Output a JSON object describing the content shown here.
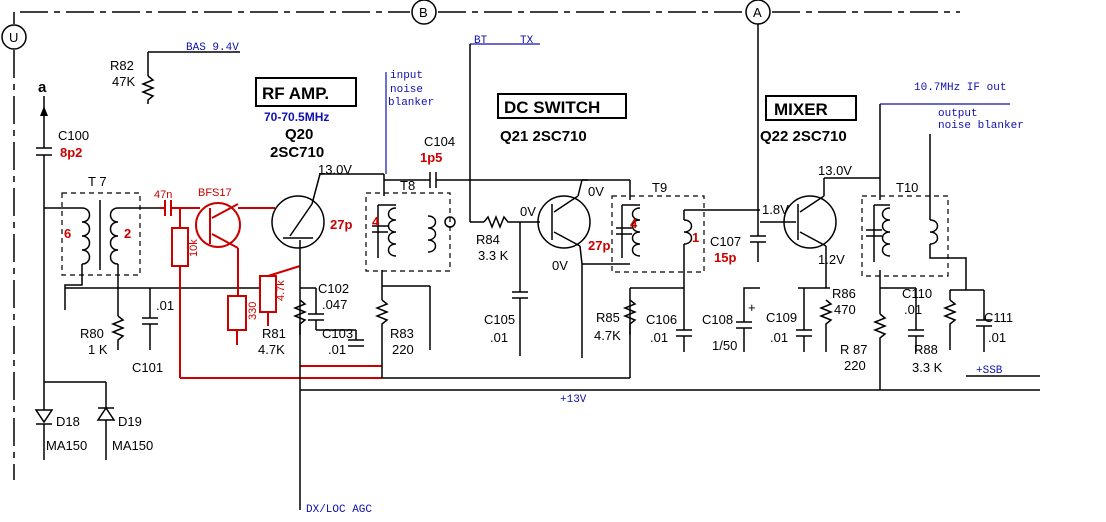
{
  "bus": {
    "u": "U",
    "b": "B",
    "a": "A"
  },
  "labels": {
    "antenna": "a",
    "c100": "C100",
    "c100_val": "8p2",
    "t7": "T 7",
    "t7_6": "6",
    "t7_2": "2",
    "c_47n": "47n",
    "r80": "R80",
    "r80_val": "1 K",
    "c_01a": ".01",
    "c101": "C101",
    "d18": "D18",
    "d18_val": "MA150",
    "d19": "D19",
    "d19_val": "MA150",
    "r82": "R82",
    "r82_val": "47K",
    "bas": "BAS 9.4V",
    "bfs17": "BFS17",
    "r_10k": "10k",
    "r_330": "330",
    "r_47k": "4.7k",
    "rf_amp": "RF AMP.",
    "rf_band": "70-70.5MHz",
    "q20": "Q20",
    "q20_type": "2SC710",
    "v13a": "13.0V",
    "c27p_a": "27p",
    "c102": "C102",
    "c102_val": ".047",
    "r81": "R81",
    "r81_val": "4.7K",
    "c103": "C103",
    "c103_val": ".01",
    "r83": "R83",
    "r83_val": "220",
    "t8": "T8",
    "t8_4": "4",
    "input_nb_1": "input",
    "input_nb_2": "noise",
    "input_nb_3": "blanker",
    "c104": "C104",
    "c104_val": "1p5",
    "bt": "BT",
    "tx": "TX",
    "dc_switch": "DC SWITCH",
    "q21": "Q21  2SC710",
    "r84": "R84",
    "r84_val": "3.3 K",
    "v0_1": "0V",
    "v0_2": "0V",
    "v0_3": "0V",
    "c27p_b": "27p",
    "c105": "C105",
    "c105_val": ".01",
    "r85": "R85",
    "r85_val": "4.7K",
    "c106": "C106",
    "c106_val": ".01",
    "t9": "T9",
    "t9_4": "4",
    "t9_1": "1",
    "v18": "1.8V",
    "c107": "C107",
    "c107_val": "15p",
    "c108": "C108",
    "c108_val": "1/50",
    "mixer": "MIXER",
    "q22": "Q22  2SC710",
    "v13b": "13.0V",
    "v12": "1.2V",
    "c109": "C109",
    "c109_val": ".01",
    "r86": "R86",
    "r86_val": "470",
    "r87": "R 87",
    "r87_val": "220",
    "t10": "T10",
    "c110": "C110",
    "c110_val": ".01",
    "r88": "R88",
    "r88_val": "3.3 K",
    "c111": "C111",
    "c111_val": ".01",
    "if_out": "10.7MHz IF out",
    "output_nb_1": "output",
    "output_nb_2": "noise blanker",
    "ssb": "+SSB",
    "plus13": "+13V",
    "dxloc": "DX/LOC AGC"
  }
}
